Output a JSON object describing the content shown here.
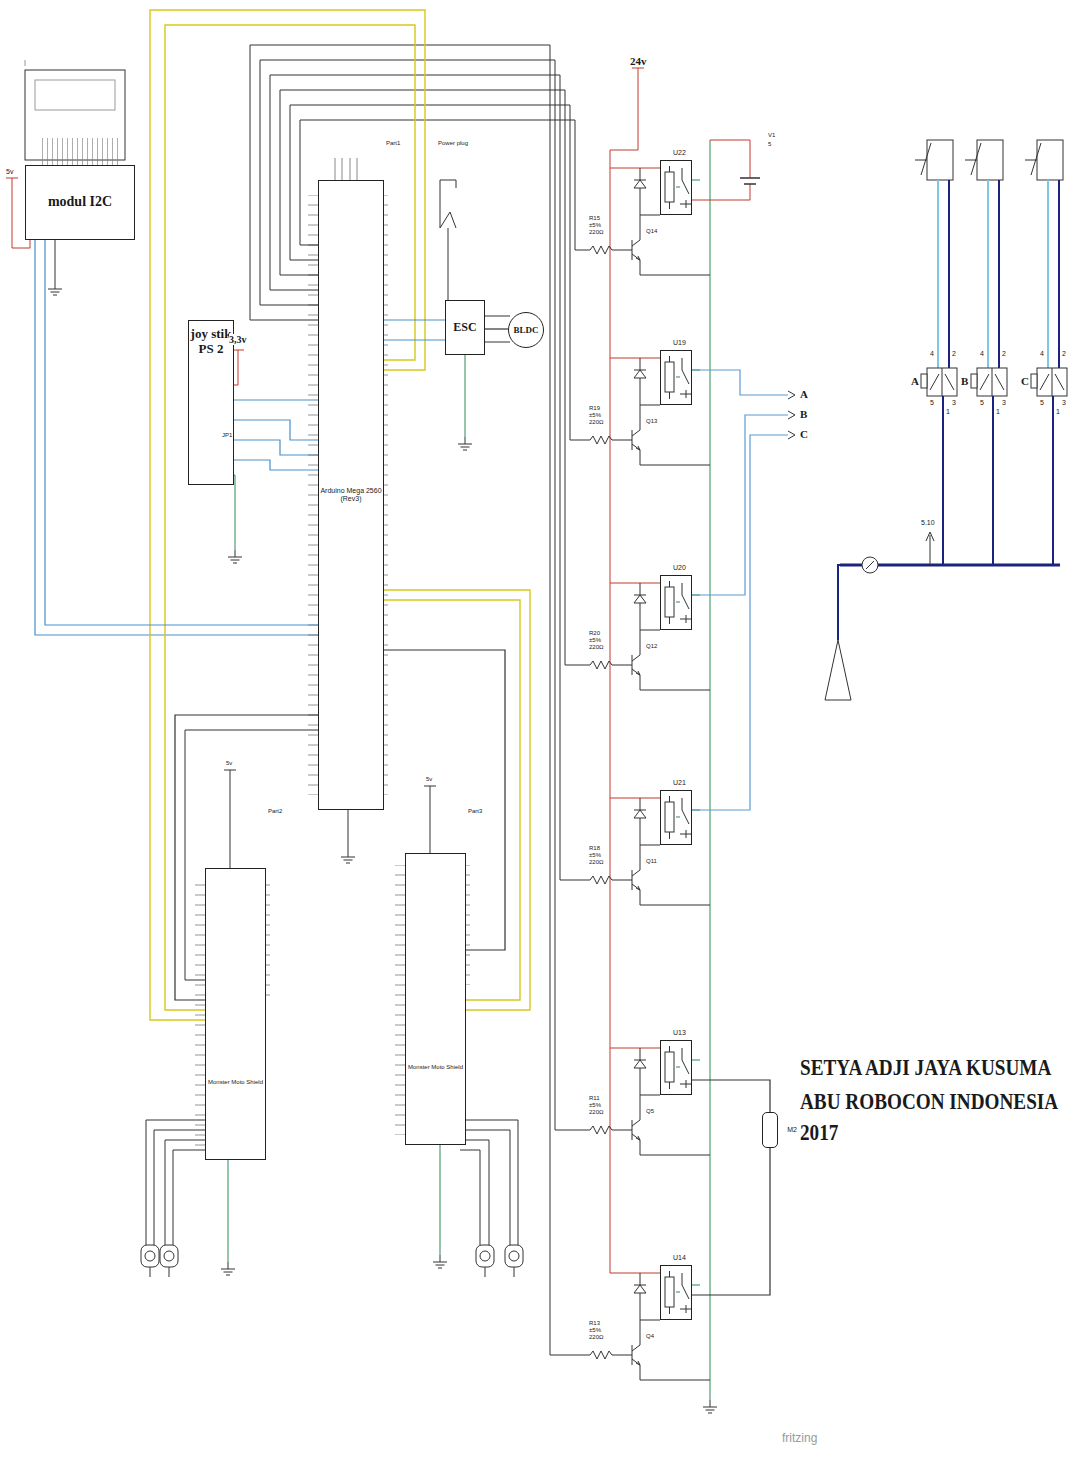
{
  "diagram": {
    "title": "SETYA ADJI JAYA KUSUMA",
    "caption": "ABU ROBOCON INDONESIA 2017",
    "nodes": [
      {
        "text": [
          "modul I2C"
        ]
      },
      {
        "text": [
          "joy stik PS 2"
        ]
      },
      {
        "text": [
          "Arduino Mega 2560 (Rev3)"
        ]
      },
      {
        "text": [
          "ESC"
        ]
      },
      {
        "text": [
          "BLDC"
        ]
      },
      {
        "text": [
          "Monster Moto Shield"
        ]
      },
      {
        "text": [
          "Monster Moto Shield"
        ]
      },
      {
        "text": [
          "U22"
        ]
      },
      {
        "text": [
          "U19"
        ]
      },
      {
        "text": [
          "U20"
        ]
      },
      {
        "text": [
          "U21"
        ]
      },
      {
        "text": [
          "U13"
        ]
      },
      {
        "text": [
          "U14"
        ]
      },
      {
        "text": [
          "M2"
        ]
      }
    ],
    "edges": [
      {
        "from": 0,
        "to": 2,
        "arrow": "none"
      },
      {
        "from": 1,
        "to": 2,
        "arrow": "none"
      },
      {
        "from": 2,
        "to": 3,
        "arrow": "none"
      },
      {
        "from": 3,
        "to": 4,
        "arrow": "none"
      },
      {
        "from": 2,
        "to": 5,
        "arrow": "none"
      },
      {
        "from": 2,
        "to": 6,
        "arrow": "none"
      },
      {
        "from": 11,
        "to": 13,
        "arrow": "none"
      },
      {
        "from": 12,
        "to": 13,
        "arrow": "none"
      }
    ],
    "labels": [
      "5v",
      "3,3v",
      "JP1",
      "Part1",
      "Power plug",
      "Part2",
      "5v",
      "Part3",
      "5v",
      "24v",
      "V1",
      "5",
      "A",
      "B",
      "C",
      "Q14",
      "R15",
      "±5%",
      "220Ω",
      "Q13",
      "R19",
      "±5%",
      "220Ω",
      "Q12",
      "R20",
      "±5%",
      "220Ω",
      "Q11",
      "R18",
      "±5%",
      "220Ω",
      "Q5",
      "R11",
      "±5%",
      "220Ω",
      "Q4",
      "R13",
      "±5%",
      "220Ω",
      "A",
      "4",
      "2",
      "5",
      "3",
      "1",
      "B",
      "4",
      "2",
      "5",
      "3",
      "1",
      "C",
      "4",
      "2",
      "5",
      "3",
      "1",
      "5.10",
      "fritzing"
    ]
  }
}
